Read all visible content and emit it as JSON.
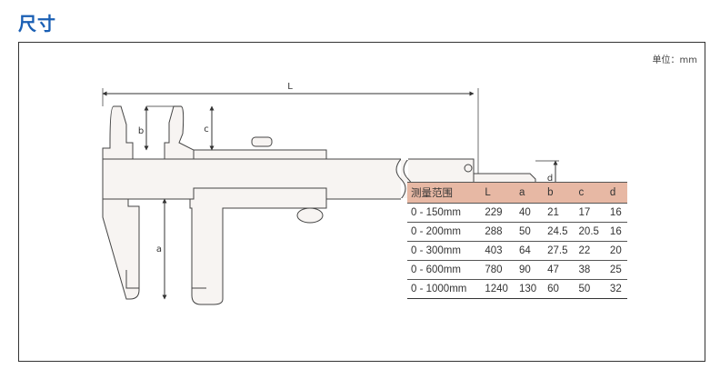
{
  "title": "尺寸",
  "unit": "单位：mm",
  "dimensions": {
    "L": "L",
    "a": "a",
    "b": "b",
    "c": "c",
    "d": "d"
  },
  "table": {
    "headers": [
      "测量范围",
      "L",
      "a",
      "b",
      "c",
      "d"
    ],
    "rows": [
      [
        "0 - 150mm",
        "229",
        "40",
        "21",
        "17",
        "16"
      ],
      [
        "0 - 200mm",
        "288",
        "50",
        "24.5",
        "20.5",
        "16"
      ],
      [
        "0 - 300mm",
        "403",
        "64",
        "27.5",
        "22",
        "20"
      ],
      [
        "0 - 600mm",
        "780",
        "90",
        "47",
        "38",
        "25"
      ],
      [
        "0 - 1000mm",
        "1240",
        "130",
        "60",
        "50",
        "32"
      ]
    ]
  }
}
